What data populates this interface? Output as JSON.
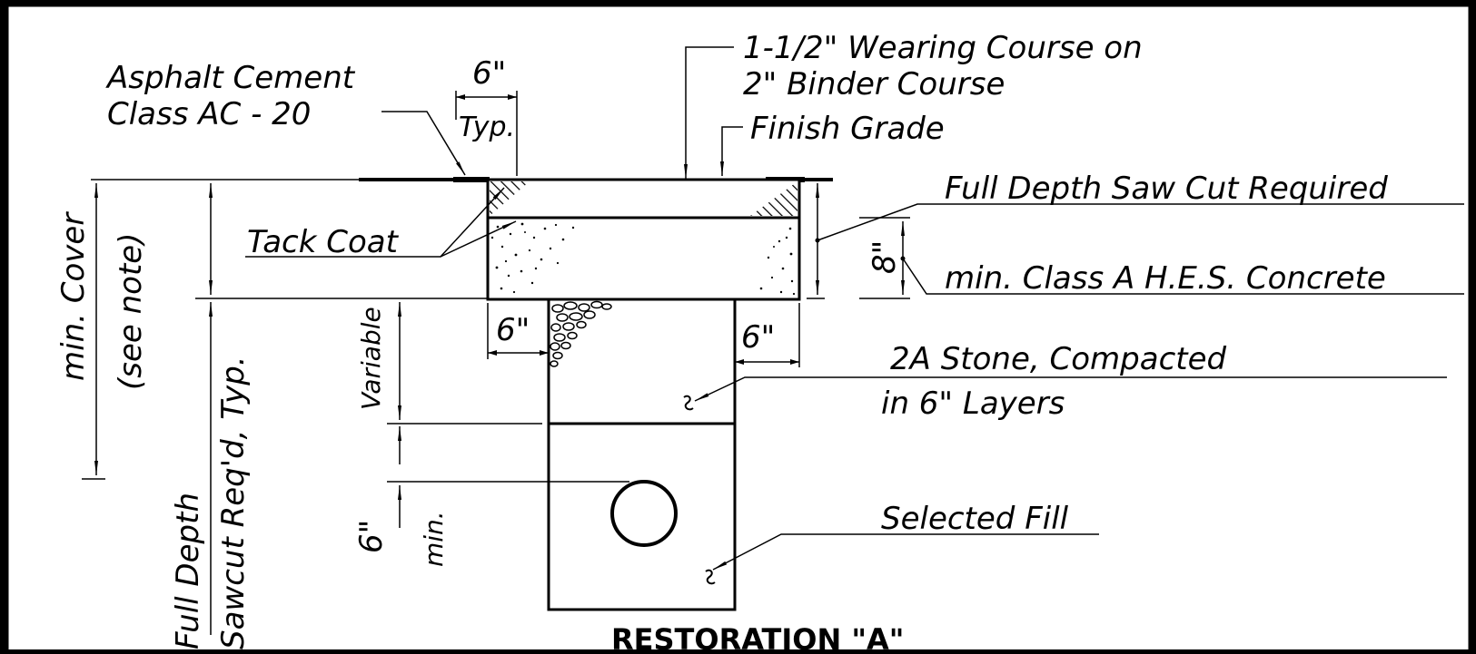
{
  "drawing": {
    "title": "RESTORATION \"A\"",
    "labels": {
      "asphalt_1": "Asphalt Cement",
      "asphalt_2": "Class AC - 20",
      "six_typ_top": "6\"",
      "typ": "Typ.",
      "wearing_1": "1-1/2\" Wearing Course on",
      "wearing_2": "2\" Binder Course",
      "finish_grade": "Finish Grade",
      "saw_cut": "Full Depth Saw Cut Required",
      "tack_coat": "Tack Coat",
      "eight_in": "8\"",
      "concrete": "min. Class A H.E.S. Concrete",
      "six_left": "6\"",
      "six_right": "6\"",
      "stone_1": "2A Stone, Compacted",
      "stone_2": "in 6\" Layers",
      "selected_fill": "Selected Fill",
      "min_cover": "min. Cover",
      "see_note": "(see note)",
      "full_depth": "Full Depth",
      "sawcut_reqd": "Sawcut Req'd, Typ.",
      "variable": "Variable",
      "six_min": "6\"",
      "min": "min."
    }
  }
}
